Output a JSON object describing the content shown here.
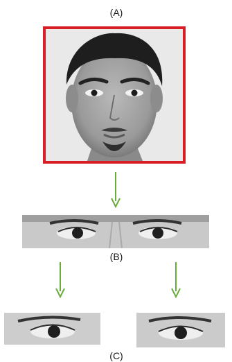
{
  "labels": {
    "a": "(A)",
    "b": "(B)",
    "c": "(C)"
  },
  "colors": {
    "frame": "#d91f26",
    "arrow": "#6bab3c"
  },
  "icons": {
    "face_photo": "face-photo-icon",
    "eyes_crop": "eyes-crop-icon",
    "left_eye": "left-eye-icon",
    "right_eye": "right-eye-icon",
    "arrow": "arrow-down-icon"
  }
}
